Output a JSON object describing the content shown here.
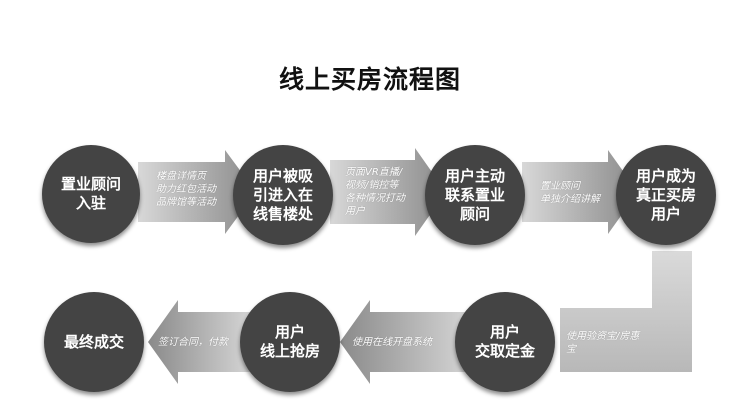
{
  "title": "线上买房流程图",
  "colors": {
    "node": "#444444",
    "arrow_light": "#d4d4d4",
    "arrow_dark": "#8a8a8a",
    "text": "#ffffff"
  },
  "nodes": [
    {
      "label": "置业顾问\n入驻"
    },
    {
      "label": "用户被吸\n引进入在\n线售楼处"
    },
    {
      "label": "用户主动\n联系置业\n顾问"
    },
    {
      "label": "用户成为\n真正买房\n用户"
    },
    {
      "label": "用户\n交取定金"
    },
    {
      "label": "用户\n线上抢房"
    },
    {
      "label": "最终成交"
    }
  ],
  "arrows": [
    {
      "label": "楼盘详情页\n助力红包活动\n品牌馆等活动"
    },
    {
      "label": "页面VR直播/\n视频/销控等\n各种情况打动\n用户"
    },
    {
      "label": "置业顾问\n单独介绍讲解"
    },
    {
      "label": "使用验资宝/房惠\n宝"
    },
    {
      "label": "使用在线开盘系统"
    },
    {
      "label": "签订合同，付款"
    }
  ]
}
